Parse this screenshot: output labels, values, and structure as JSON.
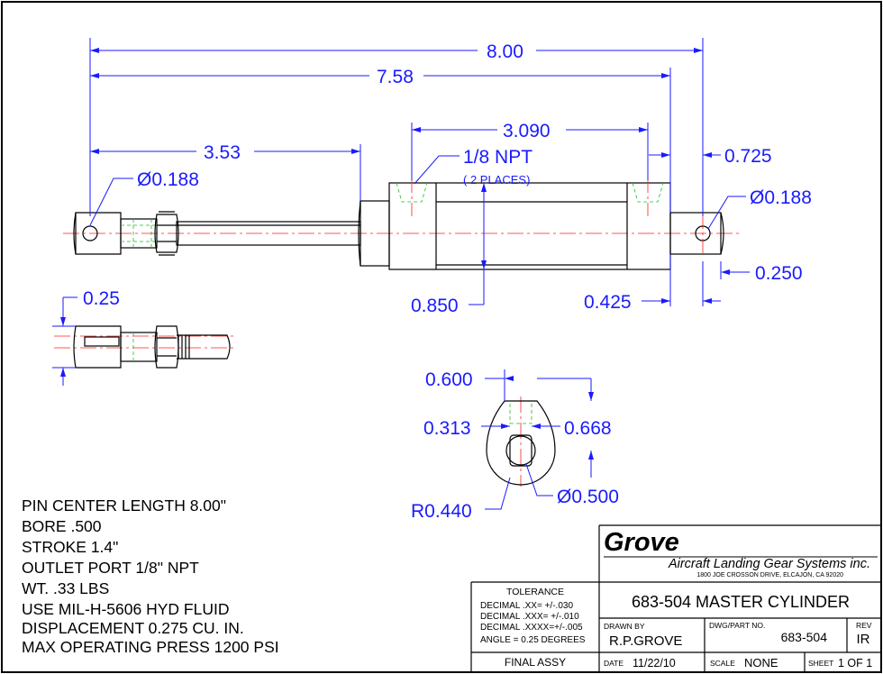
{
  "dimensions": {
    "overall": "8.00",
    "pin_to_end": "7.58",
    "rod": "3.53",
    "port_spacing": "3.090",
    "port_note": "1/8 NPT",
    "port_places": "( 2 PLACES)",
    "end_offset": "0.725",
    "pin_dia_left": "Ø0.188",
    "pin_dia_right": "Ø0.188",
    "height": "0.850",
    "tab_height": "0.425",
    "tab_width": "0.250",
    "slot": "0.25",
    "eye_width": "0.600",
    "eye_inner": "0.313",
    "eye_outer": "0.668",
    "eye_radius": "R0.440",
    "eye_hole": "Ø0.500"
  },
  "notes": [
    "PIN CENTER LENGTH 8.00\"",
    "BORE .500",
    "STROKE 1.4\"",
    "OUTLET PORT 1/8\" NPT",
    "WT. .33 LBS",
    "USE MIL-H-5606 HYD FLUID",
    "DISPLACEMENT 0.275 CU. IN.",
    "MAX OPERATING PRESS 1200 PSI"
  ],
  "title_block": {
    "company_logo": "Grove",
    "company_name": "Aircraft Landing Gear Systems inc.",
    "address": "1800 JOE CROSSON DRIVE, ELCAJON, CA 92020",
    "tolerance_heading": "TOLERANCE",
    "tolerances": [
      "DECIMAL  .XX=  +/-.030",
      "DECIMAL  .XXX= +/-.010",
      "DECIMAL  .XXXX=+/-.005",
      "ANGLE = 0.25 DEGREES"
    ],
    "title": "683-504 MASTER CYLINDER",
    "drawn_by_label": "DRAWN  BY",
    "drawn_by": "R.P.GROVE",
    "part_no_label": "DWG/PART  NO.",
    "part_no": "683-504",
    "rev_label": "REV",
    "rev": "IR",
    "assy": "FINAL ASSY",
    "date_label": "DATE",
    "date": "11/22/10",
    "scale_label": "SCALE",
    "scale": "NONE",
    "sheet_label": "SHEET",
    "sheet": "1 OF 1"
  }
}
